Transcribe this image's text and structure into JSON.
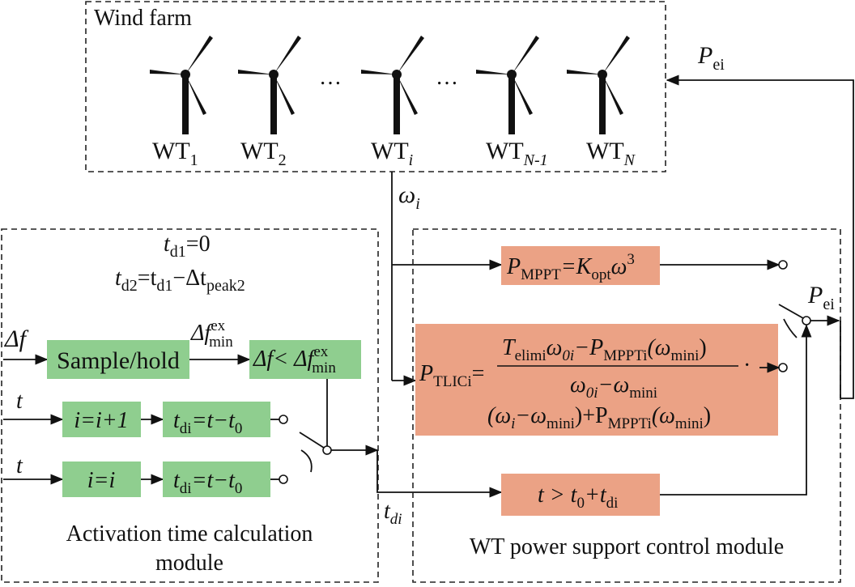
{
  "wind_farm": {
    "title": "Wind farm",
    "turbines": [
      {
        "base": "WT",
        "sub": "1"
      },
      {
        "base": "WT",
        "sub": "2"
      },
      {
        "base": "WT",
        "sub": "i"
      },
      {
        "base": "WT",
        "sub": "N-1"
      },
      {
        "base": "WT",
        "sub": "N"
      }
    ],
    "ellipsis": "…"
  },
  "signals": {
    "omega": "ω",
    "omega_sub": "i",
    "pei_P": "P",
    "pei_sub": "ei",
    "td_t": "t",
    "td_sub": "di",
    "delta_f": "Δf",
    "t": "t"
  },
  "activation_module": {
    "eq1_t": "t",
    "eq1_sub": "d1",
    "eq1_rest": "=0",
    "eq2_t": "t",
    "eq2_sub": "d2",
    "eq2_mid": "=t",
    "eq2_sub2": "d1",
    "eq2_minus": "−Δt",
    "eq2_sub3": "peak2",
    "sample_hold": "Sample/hold",
    "dfmin_label": "Δf",
    "dfmin_sup": "ex",
    "dfmin_sub": "min",
    "compare_left": "Δf< Δf",
    "inc_block": "i=i+1",
    "same_block": "i=i",
    "tdi_block_t": "t",
    "tdi_block_sub": "di",
    "tdi_block_rest": "=t−t",
    "tdi_block_sub0": "0",
    "caption_line1": "Activation time calculation",
    "caption_line2": "module"
  },
  "control_module": {
    "mppt_P": "P",
    "mppt_sub": "MPPT",
    "mppt_eq": "=K",
    "mppt_sub2": "opt",
    "mppt_omega": "ω",
    "mppt_sup": "3",
    "tlic_P": "P",
    "tlic_sub": "TLICi",
    "tlic_num": "T",
    "tlic_num_sub": "elimi",
    "tlic_num_mid": "ω",
    "tlic_num_sub2": "0i",
    "tlic_num_minus": "−P",
    "tlic_num_sub3": "MPPTi",
    "tlic_num_arg": "(ω",
    "tlic_num_sub4": "mini",
    "tlic_num_close": ")",
    "tlic_den": "ω",
    "tlic_den_sub": "0i",
    "tlic_den_minus": "−ω",
    "tlic_den_sub2": "mini",
    "tlic_line3_a": "(ω",
    "tlic_line3_sub": "i",
    "tlic_line3_b": "−ω",
    "tlic_line3_sub2": "mini",
    "tlic_line3_c": ")+P",
    "tlic_line3_sub3": "MPPTi",
    "tlic_line3_d": "(ω",
    "tlic_line3_sub4": "mini",
    "tlic_line3_e": ")",
    "cond_t": "t > t",
    "cond_sub0": "0",
    "cond_plus": "+t",
    "cond_sub": "di",
    "caption": "WT power support control module"
  },
  "colors": {
    "green": "#8fce8f",
    "orange": "#eba285"
  }
}
